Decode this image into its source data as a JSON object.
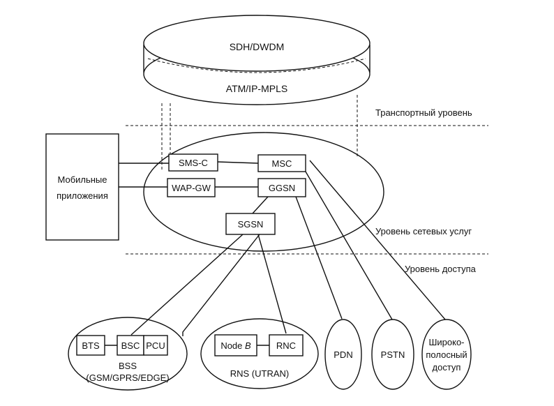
{
  "transport": {
    "top_ring": "SDH/DWDM",
    "bottom_ring": "ATM/IP-MPLS"
  },
  "levels": {
    "transport": "Транспортный  уровень",
    "services": "Уровень сетевых услуг",
    "access": "Уровень доступа"
  },
  "apps": {
    "line1": "Мобильные",
    "line2": "приложения"
  },
  "core": {
    "sms_c": "SMS-C",
    "msc": "MSC",
    "wap_gw": "WAP-GW",
    "ggsn": "GGSN",
    "sgsn": "SGSN"
  },
  "bss": {
    "bts": "BTS",
    "bsc": "BSC",
    "pcu": "PCU",
    "caption1": "BSS",
    "caption2": "(GSM/GPRS/EDGE)"
  },
  "rns": {
    "node_b": "Node ",
    "node_b_italic": "B",
    "rnc": "RNC",
    "caption": "RNS (UTRAN)"
  },
  "external": {
    "pdn": "PDN",
    "pstn": "PSTN",
    "broadband1": "Широко-",
    "broadband2": "полосный",
    "broadband3": "доступ"
  },
  "colors": {
    "ink": "#111111",
    "paper": "#ffffff"
  }
}
